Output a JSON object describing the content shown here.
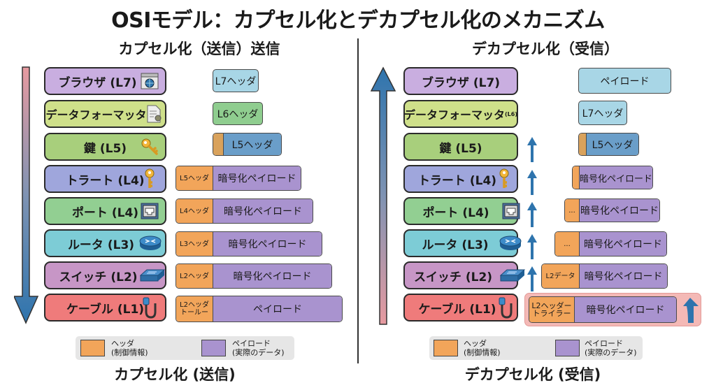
{
  "title": "OSIモデル：カプセル化とデカプセル化のメカニズム",
  "left": {
    "subtitle": "カプセル化（送信）送信",
    "caption": "カプセル化 (送信)",
    "layers": [
      {
        "label": "ブラウザ (L7)",
        "color": "#c9aee0",
        "icon": "browser-globe-icon"
      },
      {
        "label": "データフォーマッタ",
        "color": "#cfe08a",
        "icon": "document-gear-icon"
      },
      {
        "label": "鍵 (L5)",
        "color": "#a8cf7c",
        "icon": "key-icon"
      },
      {
        "label": "トラート (L4)",
        "color": "#9fa6dc",
        "icon": "key-icon"
      },
      {
        "label": "ポート (L4)",
        "color": "#92cf92",
        "icon": "ethernet-port-icon"
      },
      {
        "label": "ルータ (L3)",
        "color": "#7dccd6",
        "icon": "router-icon"
      },
      {
        "label": "スイッチ (L2)",
        "color": "#c796c6",
        "icon": "switch-icon"
      },
      {
        "label": "ケーブル (L1)",
        "color": "#ef7b7b",
        "icon": "cable-icon"
      }
    ],
    "packets": [
      {
        "header": "",
        "payload": "L7ヘッダ",
        "color": "#a8d6e6"
      },
      {
        "header": "",
        "payload": "L6ヘッダ",
        "color": "#8fcd8f"
      },
      {
        "header": " ",
        "payload": "L5ヘッダ",
        "color": "#6a9ec9"
      },
      {
        "header": "L5ヘッダ",
        "payload": "暗号化ペイロード"
      },
      {
        "header": "L4ヘッダ",
        "payload": "暗号化ペイロード"
      },
      {
        "header": "L3ヘッダ",
        "payload": "暗号化ペイロード"
      },
      {
        "header": "L2ヘッダ",
        "payload": "暗号化ペイロード"
      },
      {
        "header": "L2ヘッダ\nトールー",
        "payload": "ペイロード"
      }
    ]
  },
  "right": {
    "subtitle": "デカプセル化（受信）",
    "caption": "デカプセル化 (受信)",
    "layers": [
      {
        "label": "ブラウザ (L7)",
        "color": "#c9aee0",
        "icon": ""
      },
      {
        "label": "データフォーマッタ",
        "suffix": "(L6)",
        "color": "#cfe08a",
        "icon": ""
      },
      {
        "label": "鍵 (L5)",
        "color": "#a8cf7c",
        "icon": ""
      },
      {
        "label": "トラート (L4)",
        "color": "#9fa6dc",
        "icon": "key-icon"
      },
      {
        "label": "ポート (L4)",
        "color": "#92cf92",
        "icon": "ethernet-port-icon"
      },
      {
        "label": "ルータ (L3)",
        "color": "#7dccd6",
        "icon": "router-icon"
      },
      {
        "label": "スイッチ (L2)",
        "color": "#c796c6",
        "icon": "switch-icon"
      },
      {
        "label": "ケーブル (L1)",
        "color": "#ef7b7b",
        "icon": "cable-icon"
      }
    ],
    "packets": [
      {
        "header": "",
        "payload": "ペイロード",
        "color": "#a8d6e6"
      },
      {
        "header": "",
        "payload": "L7ヘッダ",
        "color": "#a8d6e6"
      },
      {
        "header": " ",
        "payload": "L5ヘッダ",
        "color": "#6a9ec9"
      },
      {
        "header": " ",
        "payload": "暗号化ペイロード"
      },
      {
        "header": "...",
        "payload": "暗号化ペイロード"
      },
      {
        "header": "...",
        "payload": "暗号化ペイロード"
      },
      {
        "header": "L2データ",
        "payload": "暗号化ペイロード"
      },
      {
        "header": "L2ヘッダー\nトライラー",
        "payload": "暗号化ペイロード"
      }
    ]
  },
  "legend": {
    "header_label": "ヘッダ",
    "header_sub": "(制御情報)",
    "payload_label": "ペイロード",
    "payload_sub": "(実際のデータ)",
    "header_color": "#f2a55a",
    "payload_color": "#a993cf"
  },
  "colors": {
    "arrow_blue": "#2e74ad",
    "arrow_pink": "#e79aa0"
  }
}
